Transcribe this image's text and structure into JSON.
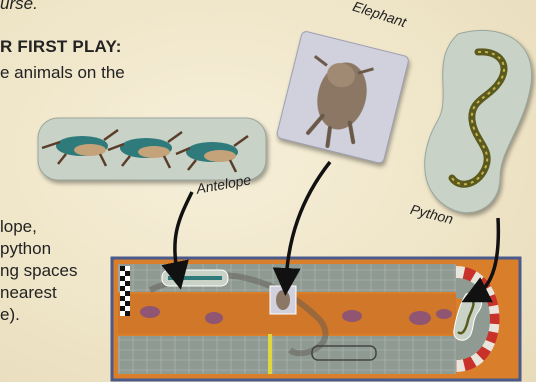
{
  "text": {
    "top_fragment": "urse.",
    "heading": "R FIRST PLAY:",
    "intro_line": "e animals on the",
    "body_lines": [
      "lope,",
      "python",
      "ng spaces",
      "nearest",
      "e)."
    ]
  },
  "labels": {
    "antelope": "Antelope",
    "elephant": "Elephant",
    "python": "Python"
  },
  "colors": {
    "background": "#efe5c8",
    "tile": "#c9d2c7",
    "board_border": "#4a5a8a",
    "track_orange": "#d97e2a",
    "track_grey": "#8f9a93",
    "arrow": "#111111"
  }
}
